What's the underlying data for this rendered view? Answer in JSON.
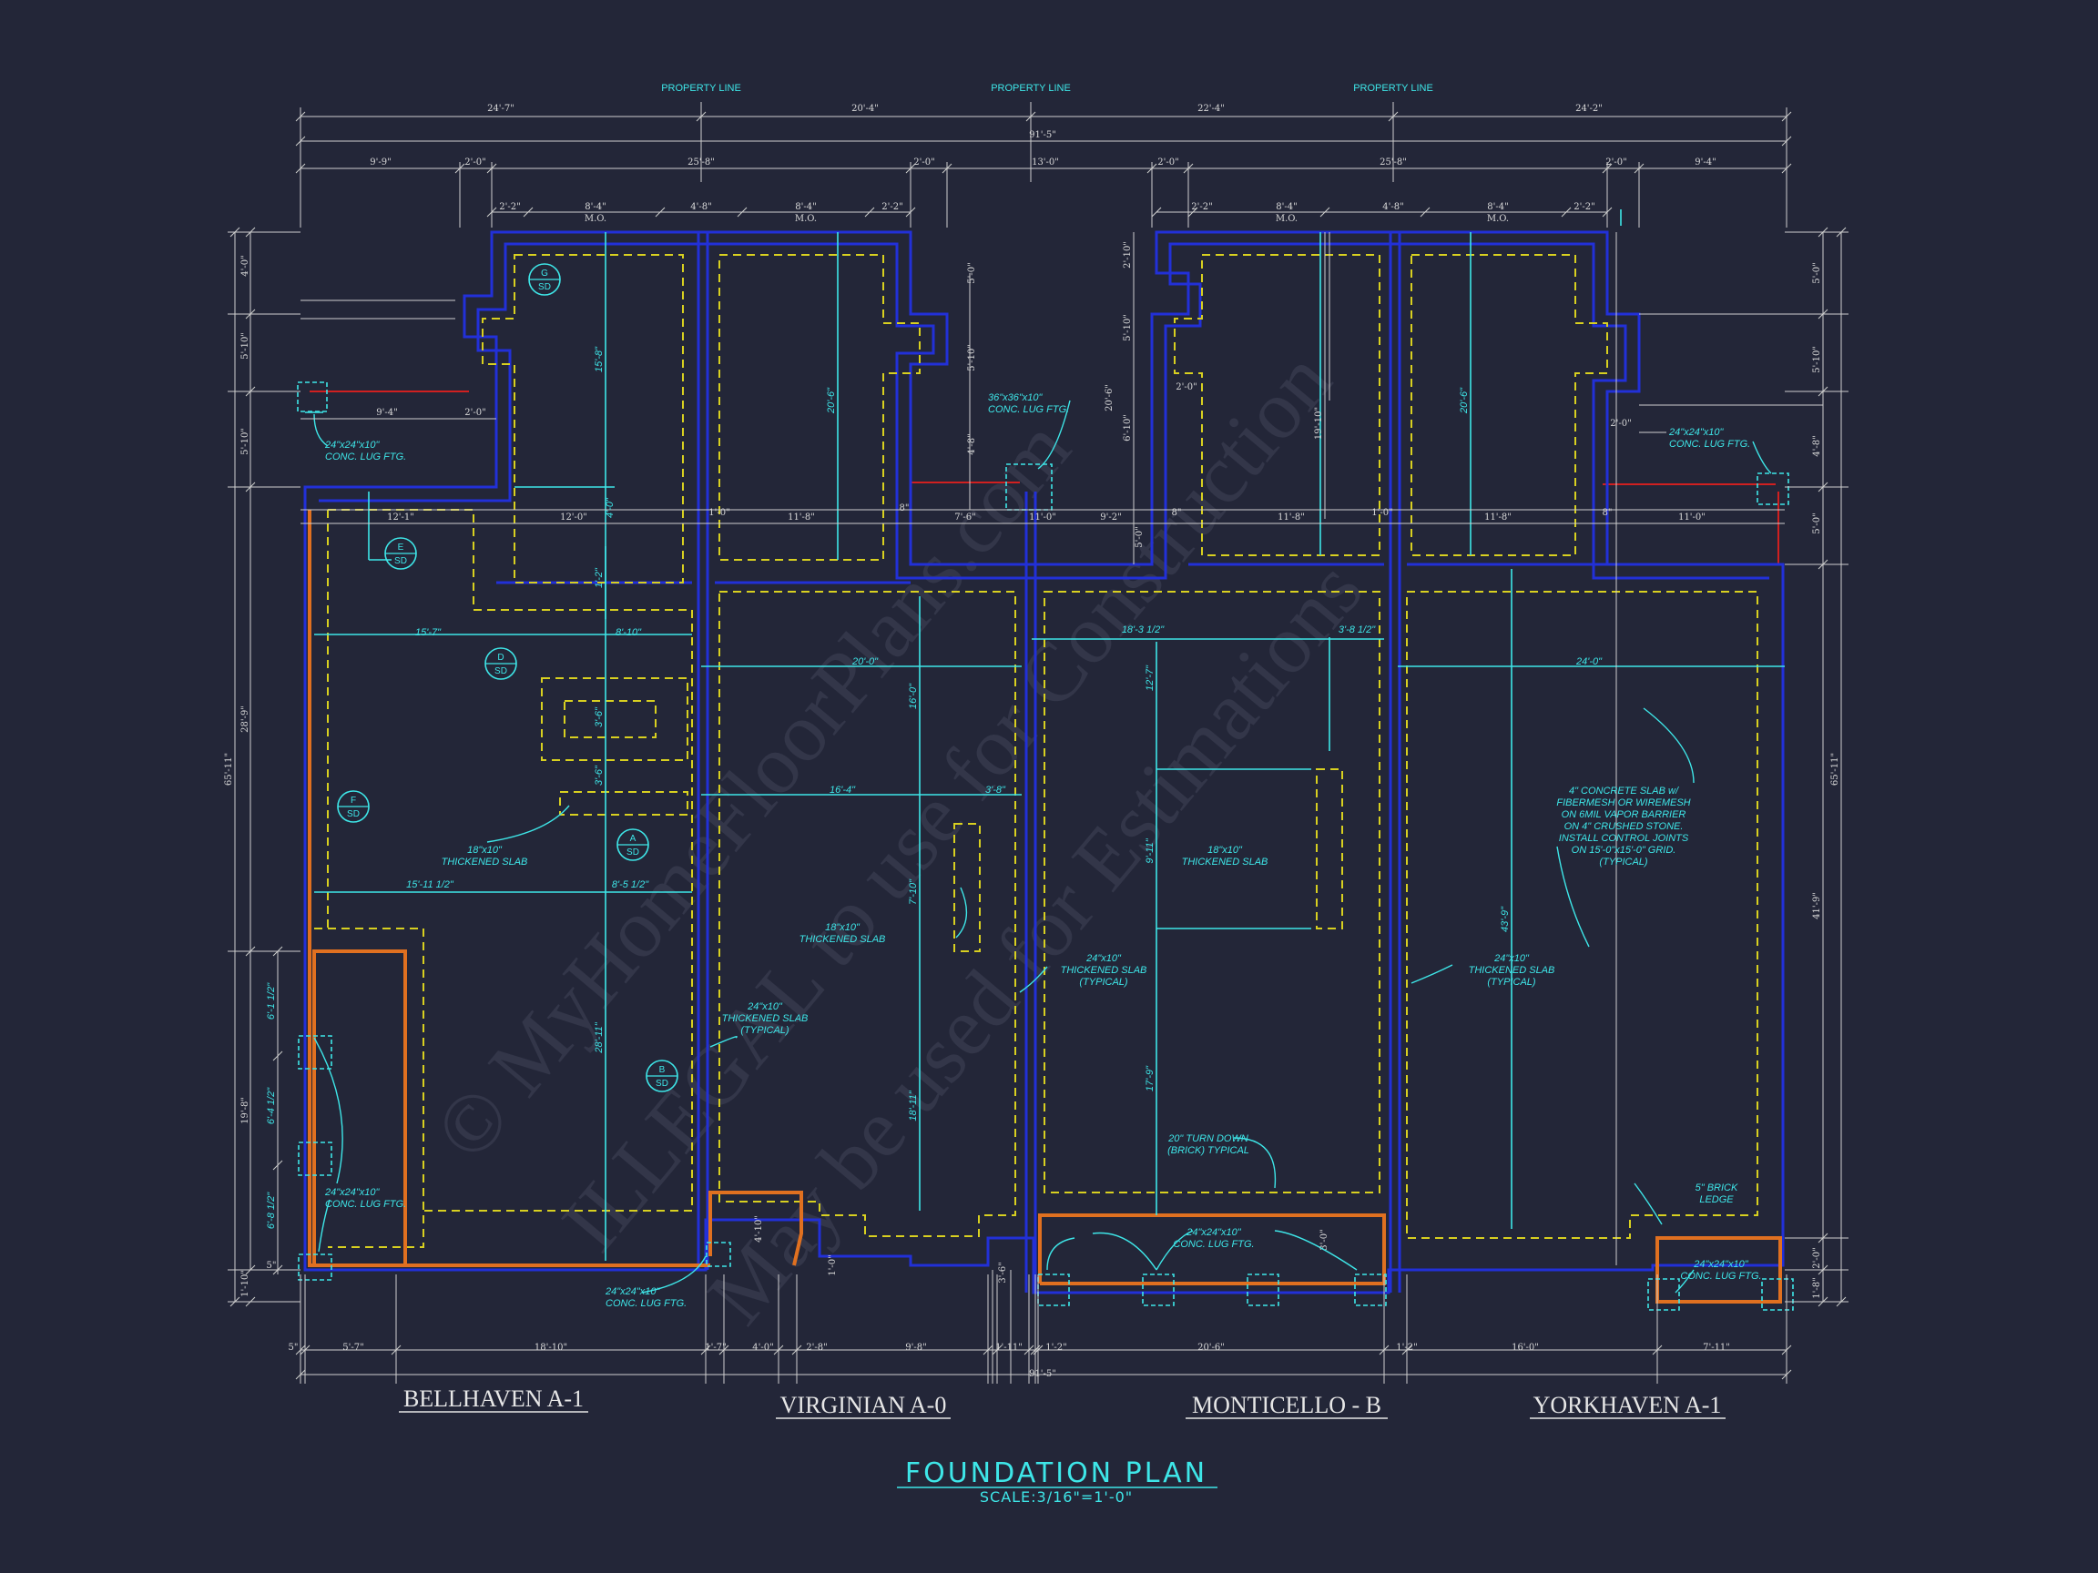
{
  "drawing": {
    "title": "FOUNDATION PLAN",
    "scale": "SCALE:3/16\"=1'-0\"",
    "units": [
      "BELLHAVEN A-1",
      "VIRGINIAN A-0",
      "MONTICELLO - B",
      "YORKHAVEN A-1"
    ]
  },
  "property_lines": [
    "PROPERTY LINE",
    "PROPERTY LINE",
    "PROPERTY LINE"
  ],
  "dims_top": {
    "overall": "91'-5\"",
    "row1": [
      "24'-7\"",
      "20'-4\"",
      "22'-4\"",
      "24'-2\""
    ],
    "row2": [
      "9'-9\"",
      "2'-0\"",
      "25'-8\"",
      "2'-0\"",
      "13'-0\"",
      "2'-0\"",
      "25'-8\"",
      "2'-0\"",
      "9'-4\""
    ],
    "row3": [
      "2'-2\"",
      "8'-4\"",
      "4'-8\"",
      "8'-4\"",
      "2'-2\"",
      "2'-2\"",
      "8'-4\"",
      "4'-8\"",
      "8'-4\"",
      "2'-2\""
    ],
    "mo": "M.O."
  },
  "dims_bottom": {
    "overall": "91'-5\"",
    "row": [
      "5\"",
      "5'-7\"",
      "18'-10\"",
      "1'-7\"",
      "4'-0\"",
      "2'-8\"",
      "9'-8\"",
      "1'-11\"",
      "1'-2\"",
      "20'-6\"",
      "1'-2\"",
      "16'-0\"",
      "7'-11\""
    ]
  },
  "dims_left": {
    "overall": "65'-11\"",
    "row": [
      "4'-0\"",
      "5'-10\"",
      "5'-10\"",
      "28'-9\"",
      "19'-8\"",
      "1'-10\""
    ],
    "inner": [
      "6'-1 1/2\"",
      "6'-4 1/2\"",
      "6'-8 1/2\"",
      "5\""
    ]
  },
  "dims_right": {
    "overall": "65'-11\"",
    "row": [
      "5'-0\"",
      "5'-10\"",
      "4'-8\"",
      "5'-0\"",
      "41'-9\"",
      "2'-0\"",
      "1'-8\""
    ]
  },
  "dims_interior": {
    "horizontal": [
      "12'-1\"",
      "12'-0\"",
      "1'-0\"",
      "11'-8\"",
      "8\"",
      "7'-6\"",
      "11'-0\"",
      "9'-2\"",
      "8\"",
      "11'-8\"",
      "1'-0\"",
      "11'-8\"",
      "8\"",
      "11'-0\"",
      "9'-4\"",
      "2'-0\"",
      "2'-0\"",
      "2'-0\""
    ],
    "cyan": [
      "15'-7\"",
      "8'-10\"",
      "20'-0\"",
      "16'-4\"",
      "3'-8\"",
      "18'-3 1/2\"",
      "3'-8 1/2\"",
      "24'-0\"",
      "15'-11 1/2\"",
      "8'-5 1/2\""
    ],
    "vertical": [
      "15'-8\"",
      "20'-6\"",
      "19'-10\"",
      "20'-6\"",
      "16'-0\"",
      "12'-7\"",
      "9'-11\"",
      "7'-10\"",
      "17'-9\"",
      "18'-11\"",
      "43'-9\"",
      "28'-11\"",
      "3'-6\"",
      "3'-6\"",
      "1'-2\"",
      "4'-10\"",
      "1'-0\"",
      "3'-6\"",
      "3'-0\"",
      "4'-0\"",
      "5'-0\"",
      "5'-10\"",
      "6'-10\"",
      "20'-6\"",
      "2'-10\"",
      "5'-0\"",
      "5'-10\"",
      "4'-8\""
    ]
  },
  "notes": {
    "lug_24": [
      "24\"x24\"x10\"",
      "CONC. LUG FTG."
    ],
    "lug_36": [
      "36\"x36\"x10\"",
      "CONC. LUG FTG."
    ],
    "thick_18": [
      "18\"x10\"",
      "THICKENED SLAB"
    ],
    "thick_24": [
      "24\"x10\"",
      "THICKENED SLAB",
      "(TYPICAL)"
    ],
    "turn_down": [
      "20\" TURN DOWN",
      "(BRICK) TYPICAL"
    ],
    "brick_ledge": [
      "5\" BRICK",
      "LEDGE"
    ],
    "slab": [
      "4\" CONCRETE SLAB w/",
      "FIBERMESH OR WIREMESH",
      "ON 6MIL VAPOR BARRIER",
      "ON 4\" CRUSHED STONE.",
      "INSTALL CONTROL JOINTS",
      "ON 15'-0\"x15'-0\" GRID.",
      "(TYPICAL)"
    ]
  },
  "sections": [
    {
      "letter": "G",
      "ref": "SD"
    },
    {
      "letter": "E",
      "ref": "SD"
    },
    {
      "letter": "D",
      "ref": "SD"
    },
    {
      "letter": "F",
      "ref": "SD"
    },
    {
      "letter": "A",
      "ref": "SD"
    },
    {
      "letter": "B",
      "ref": "SD"
    }
  ],
  "watermark": [
    "© MyHomeFloorPlans.com",
    "ILLEGAL to use for Construction",
    "May be used for Estimations"
  ],
  "colors": {
    "background": "#232638",
    "foundation": "#2230d8",
    "footing": "#d8d020",
    "cyan": "#3ee6e8",
    "brick": "#e07020",
    "property": "#d02020",
    "dimension": "#d8d8d8"
  }
}
